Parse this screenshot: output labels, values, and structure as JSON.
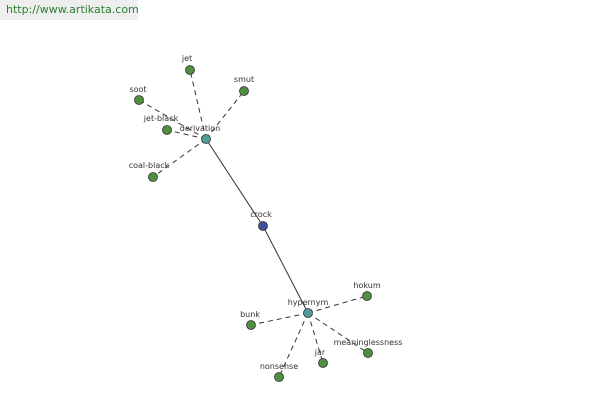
{
  "banner": {
    "url": "http://www.artikata.com"
  },
  "colors": {
    "center_node": "#3f4f9a",
    "relation_node": "#4f9d9a",
    "leaf_node": "#4f8f3f",
    "node_stroke": "#333333",
    "edge": "#333333"
  },
  "graph": {
    "center": {
      "id": "crock",
      "label": "crock"
    },
    "relations": [
      {
        "id": "derivation",
        "label": "derivation"
      },
      {
        "id": "hypernym",
        "label": "hypernym"
      }
    ],
    "leaves": [
      {
        "id": "jet",
        "label": "jet",
        "relation": "derivation"
      },
      {
        "id": "smut",
        "label": "smut",
        "relation": "derivation"
      },
      {
        "id": "soot",
        "label": "soot",
        "relation": "derivation"
      },
      {
        "id": "jet-black",
        "label": "jet-black",
        "relation": "derivation"
      },
      {
        "id": "coal-black",
        "label": "coal-black",
        "relation": "derivation"
      },
      {
        "id": "hokum",
        "label": "hokum",
        "relation": "hypernym"
      },
      {
        "id": "bunk",
        "label": "bunk",
        "relation": "hypernym"
      },
      {
        "id": "meaninglessness",
        "label": "meaninglessness",
        "relation": "hypernym"
      },
      {
        "id": "jar",
        "label": "jar",
        "relation": "hypernym"
      },
      {
        "id": "nonsense",
        "label": "nonsense",
        "relation": "hypernym"
      }
    ]
  }
}
